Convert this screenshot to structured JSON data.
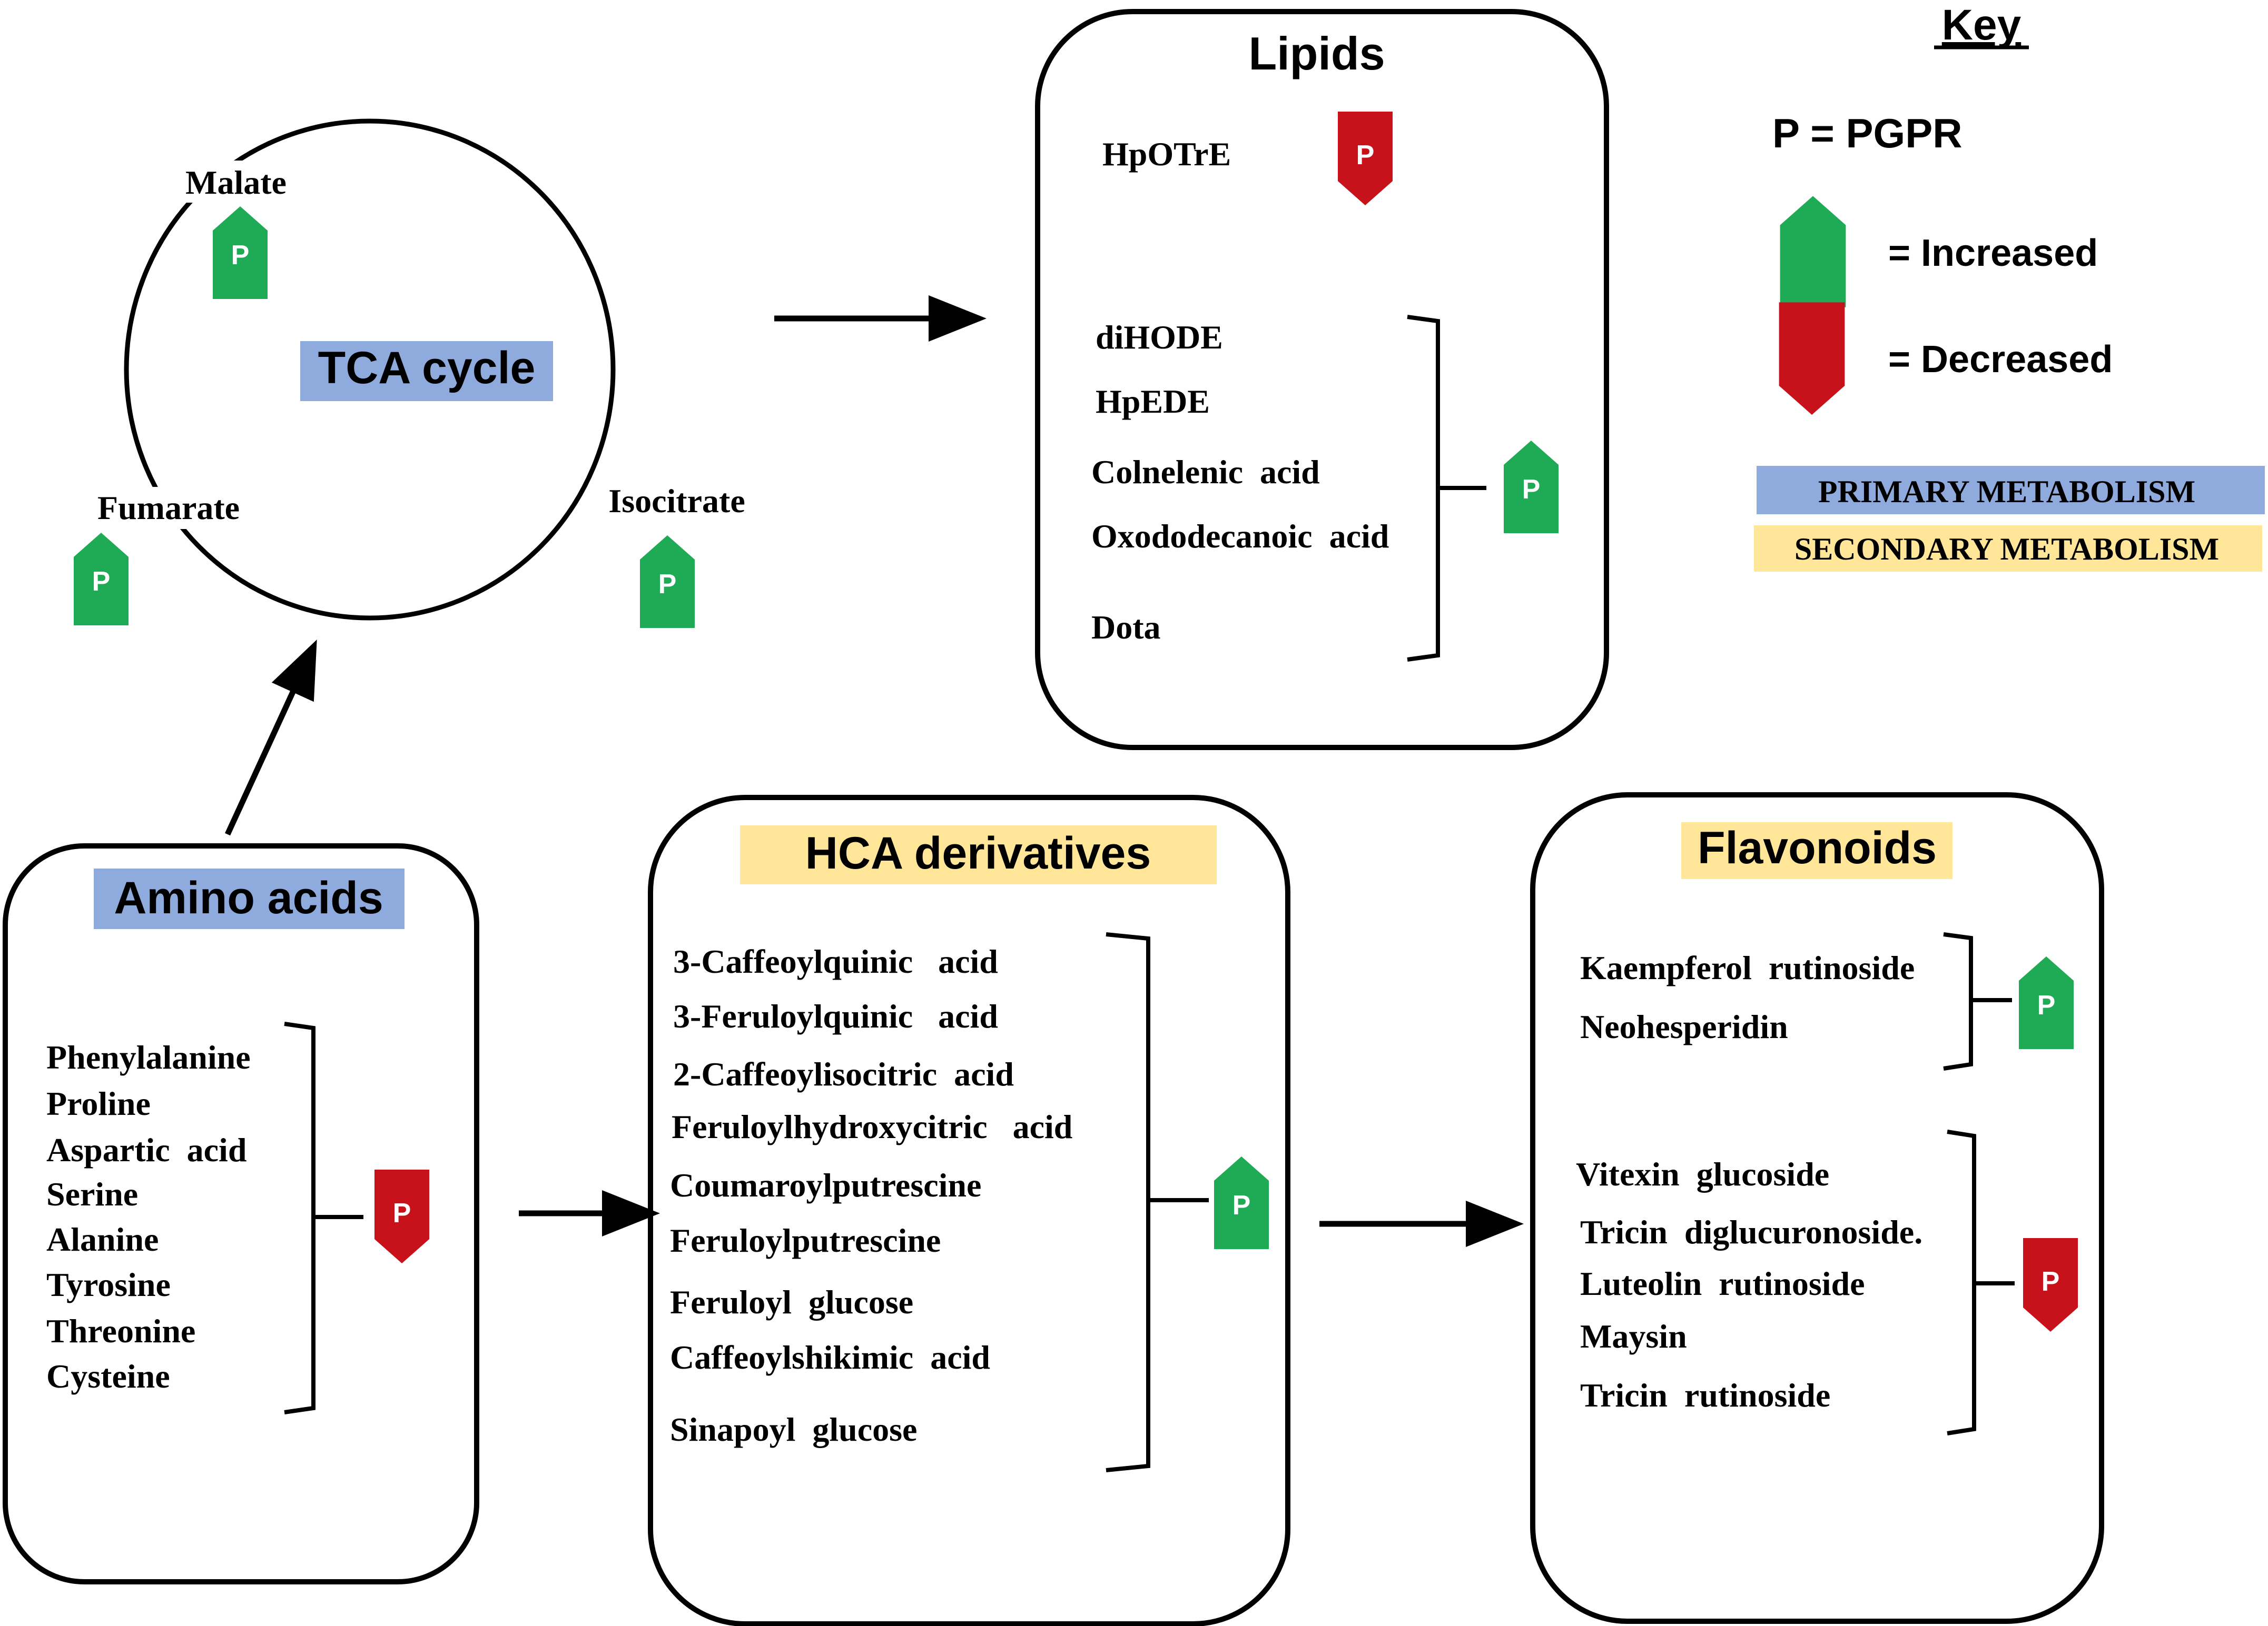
{
  "colors": {
    "increased": "#1faa55",
    "decreased": "#c8121b",
    "primary": "#8faadc",
    "secondary": "#ffe699",
    "ink": "#000000"
  },
  "badge_letter": "P",
  "tca": {
    "title": "TCA cycle",
    "malate": "Malate",
    "fumarate": "Fumarate",
    "isocitrate": "Isocitrate"
  },
  "lipids": {
    "title": "Lipids",
    "hpotre": "HpOTrE",
    "items": [
      "diHODE",
      "HpEDE",
      "Colnelenic  acid",
      "Oxododecanoic  acid",
      "Dota"
    ]
  },
  "key": {
    "title": "Key",
    "pgpr": "P = PGPR",
    "increased": "= Increased",
    "decreased": "= Decreased",
    "primary": "PRIMARY METABOLISM",
    "secondary": "SECONDARY METABOLISM"
  },
  "amino": {
    "title": "Amino acids",
    "items": [
      "Phenylalanine",
      "Proline",
      "Aspartic  acid",
      "Serine",
      "Alanine",
      "Tyrosine",
      "Threonine",
      "Cysteine"
    ]
  },
  "hca": {
    "title": "HCA derivatives",
    "items": [
      "3-Caffeoylquinic   acid",
      "3-Feruloylquinic   acid",
      "2-Caffeoylisocitric  acid",
      "Feruloylhydroxycitric   acid",
      "Coumaroylputrescine",
      "Feruloylputrescine",
      "Feruloyl  glucose",
      "Caffeoylshikimic  acid",
      "Sinapoyl  glucose"
    ]
  },
  "flavonoids": {
    "title": "Flavonoids",
    "group1": [
      "Kaempferol  rutinoside",
      "Neohesperidin"
    ],
    "group2": [
      "Vitexin  glucoside",
      "Tricin  diglucuronoside.",
      "Luteolin  rutinoside",
      "Maysin",
      "Tricin  rutinoside"
    ]
  }
}
